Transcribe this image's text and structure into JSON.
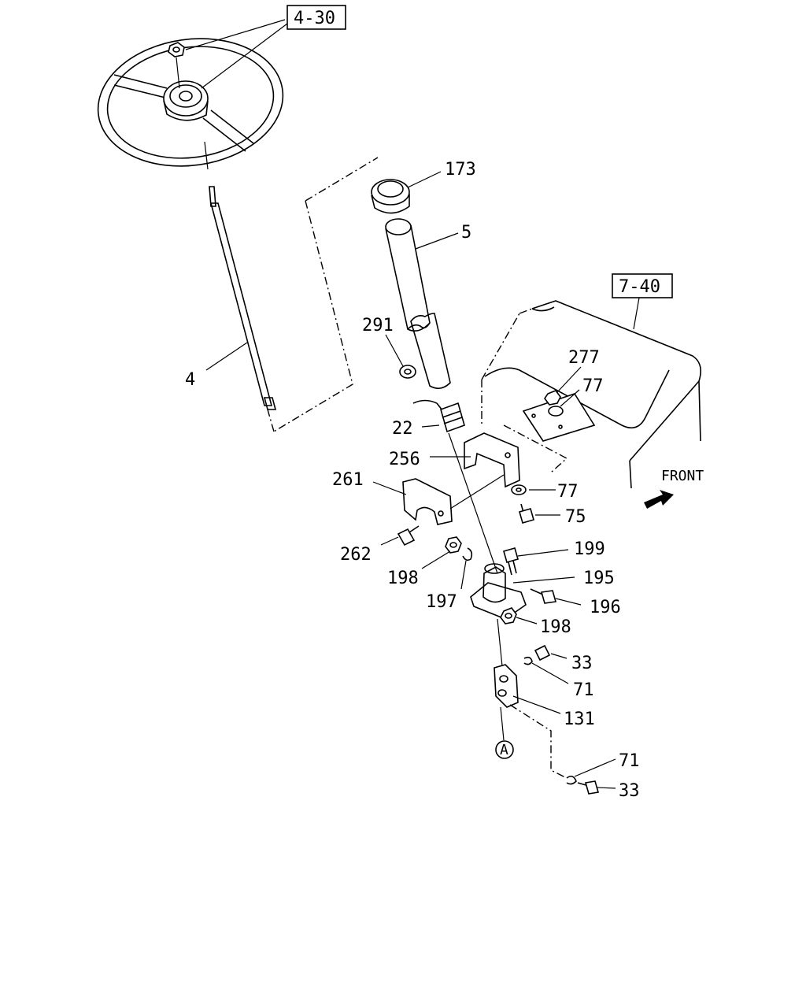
{
  "diagram": {
    "ref_boxes": [
      {
        "id": "ref-4-30",
        "text": "4-30"
      },
      {
        "id": "ref-7-40",
        "text": "7-40"
      }
    ],
    "callouts": [
      {
        "id": "c173",
        "text": "173"
      },
      {
        "id": "c5",
        "text": "5"
      },
      {
        "id": "c291",
        "text": "291"
      },
      {
        "id": "c4",
        "text": "4"
      },
      {
        "id": "c22",
        "text": "22"
      },
      {
        "id": "c256",
        "text": "256"
      },
      {
        "id": "c261",
        "text": "261"
      },
      {
        "id": "c277",
        "text": "277"
      },
      {
        "id": "c77a",
        "text": "77"
      },
      {
        "id": "c77b",
        "text": "77"
      },
      {
        "id": "c75",
        "text": "75"
      },
      {
        "id": "c262",
        "text": "262"
      },
      {
        "id": "c198a",
        "text": "198"
      },
      {
        "id": "c197",
        "text": "197"
      },
      {
        "id": "c199",
        "text": "199"
      },
      {
        "id": "c195",
        "text": "195"
      },
      {
        "id": "c196",
        "text": "196"
      },
      {
        "id": "c198b",
        "text": "198"
      },
      {
        "id": "c33a",
        "text": "33"
      },
      {
        "id": "c71a",
        "text": "71"
      },
      {
        "id": "c131",
        "text": "131"
      },
      {
        "id": "c71b",
        "text": "71"
      },
      {
        "id": "c33b",
        "text": "33"
      }
    ],
    "front_label": "FRONT",
    "circle_marker": "A",
    "icons": {
      "front_arrow": "front-arrow-icon"
    }
  }
}
